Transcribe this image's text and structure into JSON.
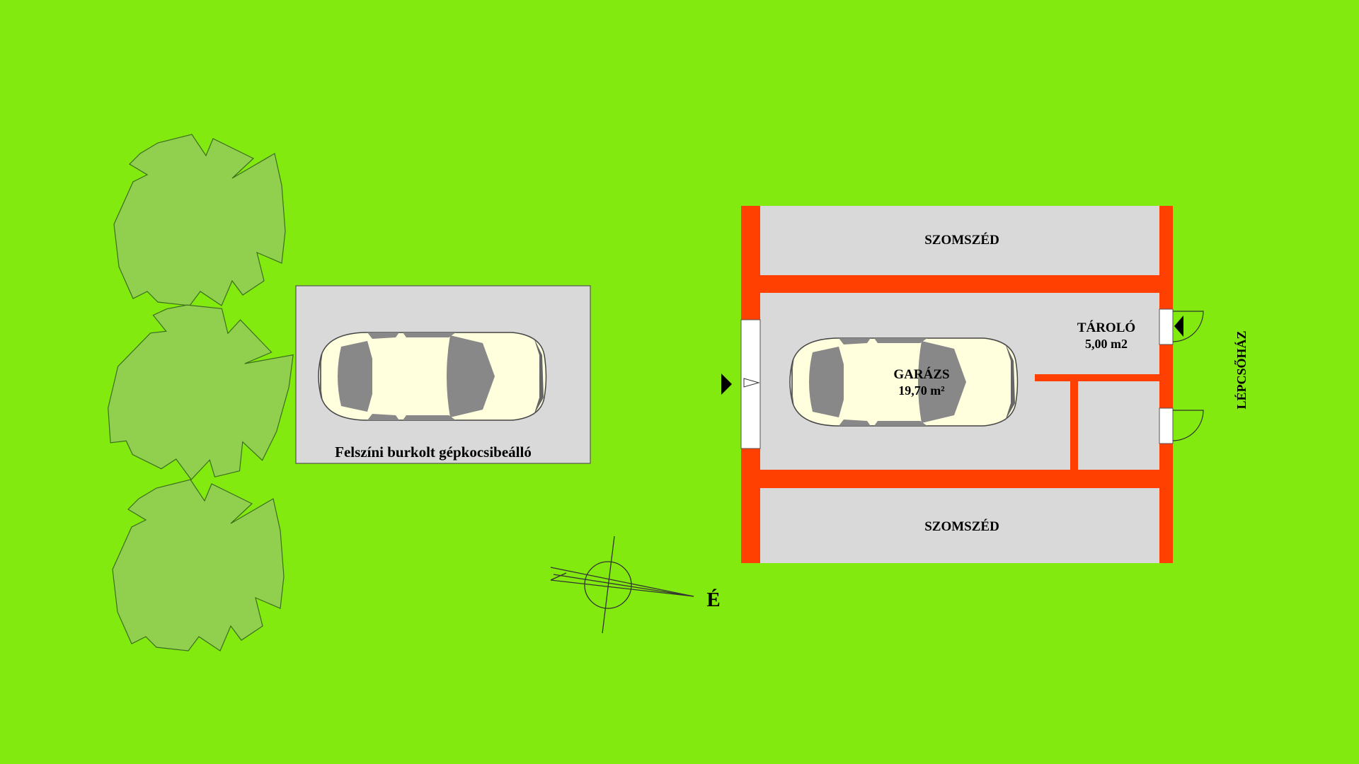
{
  "colors": {
    "background": "#82EA0E",
    "tree_fill": "#91D04F",
    "wall": "#FF4000",
    "floor": "#D9D9D9",
    "car_body": "#FFFFDD",
    "car_glass": "#888888"
  },
  "icons": {
    "tree": "tree-canopy-icon",
    "car": "car-topview-icon",
    "compass": "north-arrow-icon",
    "entry": "entry-arrow-icon"
  },
  "parking": {
    "label": "Felszíni burkolt gépkocsibeálló"
  },
  "garage": {
    "neighbor_top": "SZOMSZÉD",
    "neighbor_bottom": "SZOMSZÉD",
    "garage_name": "GARÁZS",
    "garage_area": "19,70 m²",
    "storage_name": "TÁROLÓ",
    "storage_area": "5,00 m2",
    "stairwell": "LÉPCSŐHÁZ"
  },
  "compass": {
    "north_label": "É"
  }
}
